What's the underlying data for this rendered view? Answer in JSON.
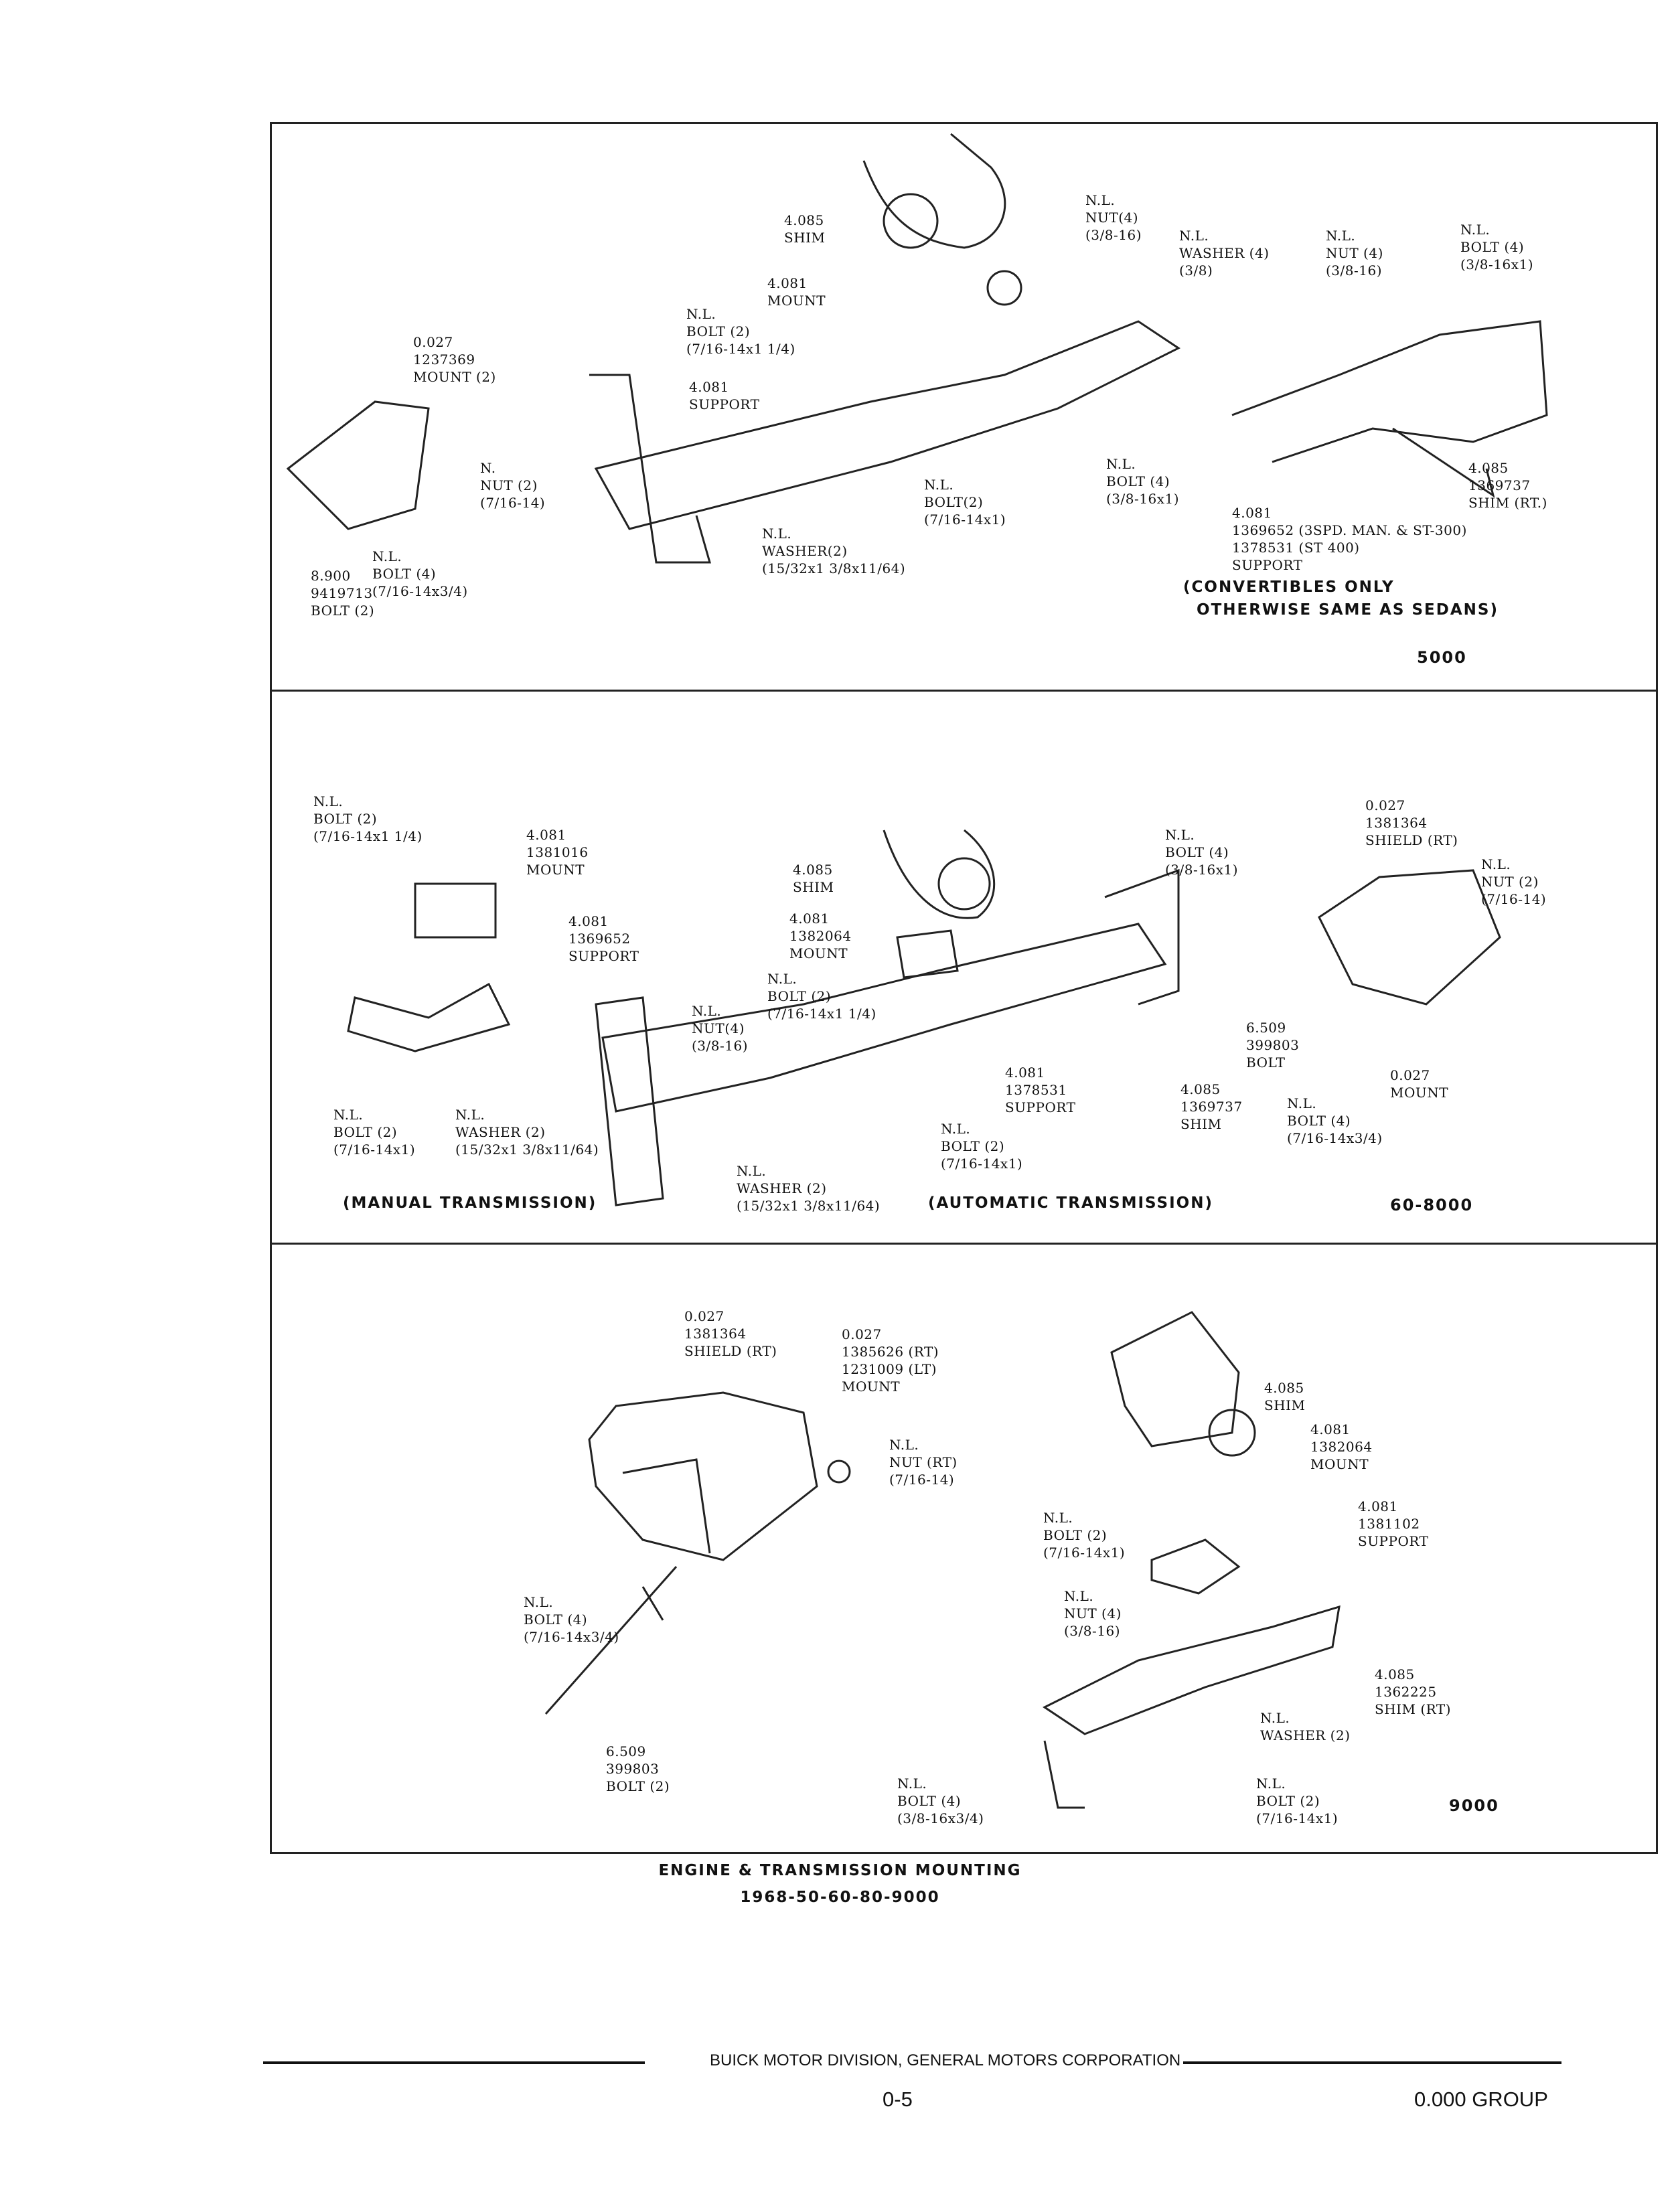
{
  "panels": [
    {
      "code": "5000",
      "note": "(CONVERTIBLES ONLY\n  OTHERWISE SAME AS SEDANS)",
      "callouts": [
        "0.027\n1237369\nMOUNT (2)",
        "N.\nNUT (2)\n(7/16-14)",
        "8.900\n9419713\nBOLT (2)",
        "N.L.\nBOLT (4)\n(7/16-14x3/4)",
        "4.085\nSHIM",
        "4.081\nMOUNT",
        "N.L.\nBOLT (2)\n(7/16-14x1 1/4)",
        "4.081\nSUPPORT",
        "N.L.\nWASHER(2)\n(15/32x1 3/8x11/64)",
        "N.L.\nBOLT(2)\n(7/16-14x1)",
        "N.L.\nNUT(4)\n(3/8-16)",
        "N.L.\nWASHER (4)\n(3/8)",
        "N.L.\nBOLT (4)\n(3/8-16x1)",
        "N.L.\nNUT (4)\n(3/8-16)",
        "N.L.\nBOLT (4)\n(3/8-16x1)",
        "4.085\n1369737\nSHIM (RT.)",
        "4.081\n1369652 (3SPD. MAN. & ST-300)\n1378531 (ST 400)\nSUPPORT"
      ]
    },
    {
      "code": "60-8000",
      "manual_label": "(MANUAL TRANSMISSION)",
      "automatic_label": "(AUTOMATIC TRANSMISSION)",
      "callouts": [
        "N.L.\nBOLT (2)\n(7/16-14x1 1/4)",
        "4.081\n1381016\nMOUNT",
        "4.081\n1369652\nSUPPORT",
        "N.L.\nBOLT (2)\n(7/16-14x1)",
        "N.L.\nWASHER (2)\n(15/32x1 3/8x11/64)",
        "4.085\nSHIM",
        "4.081\n1382064\nMOUNT",
        "N.L.\nBOLT (2)\n(7/16-14x1 1/4)",
        "N.L.\nNUT(4)\n(3/8-16)",
        "4.081\n1378531\nSUPPORT",
        "4.085\n1369737\nSHIM",
        "N.L.\nBOLT (4)\n(3/8-16x1)",
        "N.L.\nBOLT (2)\n(7/16-14x1)",
        "N.L.\nWASHER (2)\n(15/32x1 3/8x11/64)",
        "0.027\n1381364\nSHIELD (RT)",
        "N.L.\nNUT (2)\n(7/16-14)",
        "6.509\n399803\nBOLT",
        "0.027\nMOUNT",
        "N.L.\nBOLT (4)\n(7/16-14x3/4)"
      ]
    },
    {
      "code": "9000",
      "callouts": [
        "0.027\n1381364\nSHIELD (RT)",
        "0.027\n1385626 (RT)\n1231009 (LT)\nMOUNT",
        "N.L.\nNUT (RT)\n(7/16-14)",
        "N.L.\nBOLT (4)\n(7/16-14x3/4)",
        "6.509\n399803\nBOLT (2)",
        "4.085\nSHIM",
        "4.081\n1382064\nMOUNT",
        "4.081\n1381102\nSUPPORT",
        "N.L.\nBOLT (2)\n(7/16-14x1)",
        "N.L.\nNUT (4)\n(3/8-16)",
        "4.085\n1362225\nSHIM (RT)",
        "N.L.\nWASHER (2)",
        "N.L.\nBOLT (4)\n(3/8-16x3/4)",
        "N.L.\nBOLT (2)\n(7/16-14x1)"
      ]
    }
  ],
  "caption": {
    "title": "ENGINE & TRANSMISSION MOUNTING",
    "subtitle": "1968-50-60-80-9000"
  },
  "footer": {
    "publisher": "BUICK MOTOR DIVISION, GENERAL MOTORS CORPORATION",
    "page": "0-5",
    "group": "0.000 GROUP"
  }
}
